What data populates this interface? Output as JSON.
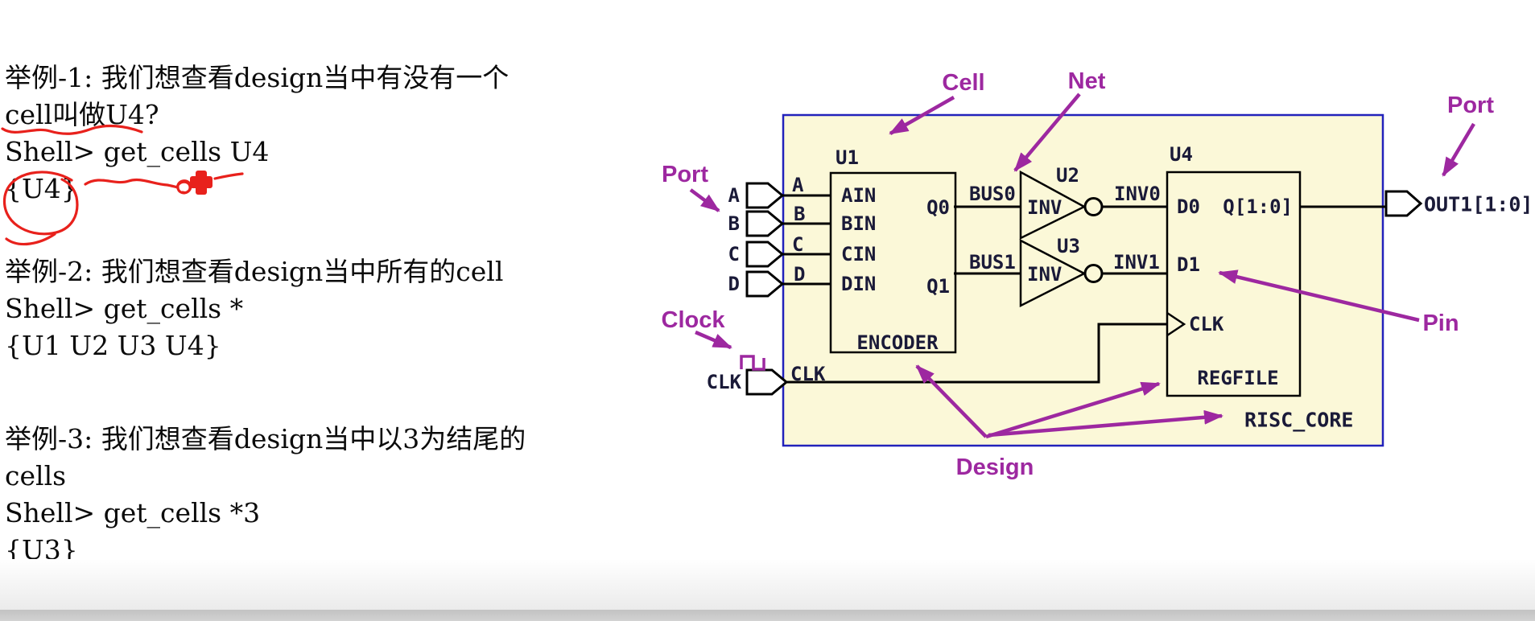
{
  "left": {
    "ex1": {
      "l1": "举例-1: 我们想查看design当中有没有一个",
      "l2": "cell叫做U4?",
      "cmd": "Shell> get_cells U4",
      "res": "{U4}"
    },
    "ex2": {
      "l1": "举例-2: 我们想查看design当中所有的cell",
      "cmd": "Shell> get_cells *",
      "res": "{U1 U2 U3 U4}"
    },
    "ex3": {
      "l1": "举例-3: 我们想查看design当中以3为结尾的",
      "l2": "cells",
      "cmd": "Shell> get_cells *3",
      "res": "{U3}"
    }
  },
  "diagram": {
    "labels": {
      "cell": "Cell",
      "net": "Net",
      "port_left": "Port",
      "port_right": "Port",
      "clock": "Clock",
      "pin": "Pin",
      "design": "Design"
    },
    "design_name": "RISC_CORE",
    "u1": {
      "name": "U1",
      "type": "ENCODER",
      "ain": "AIN",
      "bin": "BIN",
      "cin": "CIN",
      "din": "DIN",
      "q0": "Q0",
      "q1": "Q1"
    },
    "u2": {
      "name": "U2",
      "type": "INV"
    },
    "u3": {
      "name": "U3",
      "type": "INV"
    },
    "u4": {
      "name": "U4",
      "type": "REGFILE",
      "d0": "D0",
      "d1": "D1",
      "clk": "CLK",
      "q": "Q[1:0]"
    },
    "ports": {
      "a": "A",
      "b": "B",
      "c": "C",
      "d": "D",
      "clk": "CLK",
      "out": "OUT1[1:0]"
    },
    "nets": {
      "a": "A",
      "b": "B",
      "c": "C",
      "d": "D",
      "bus0": "BUS0",
      "bus1": "BUS1",
      "inv0": "INV0",
      "inv1": "INV1",
      "clk": "CLK"
    },
    "colors": {
      "fill": "#FBF8D8",
      "border": "#2222BB",
      "purple": "#9D28A0",
      "red": "#E8211C",
      "text": "#1A1A38"
    }
  }
}
